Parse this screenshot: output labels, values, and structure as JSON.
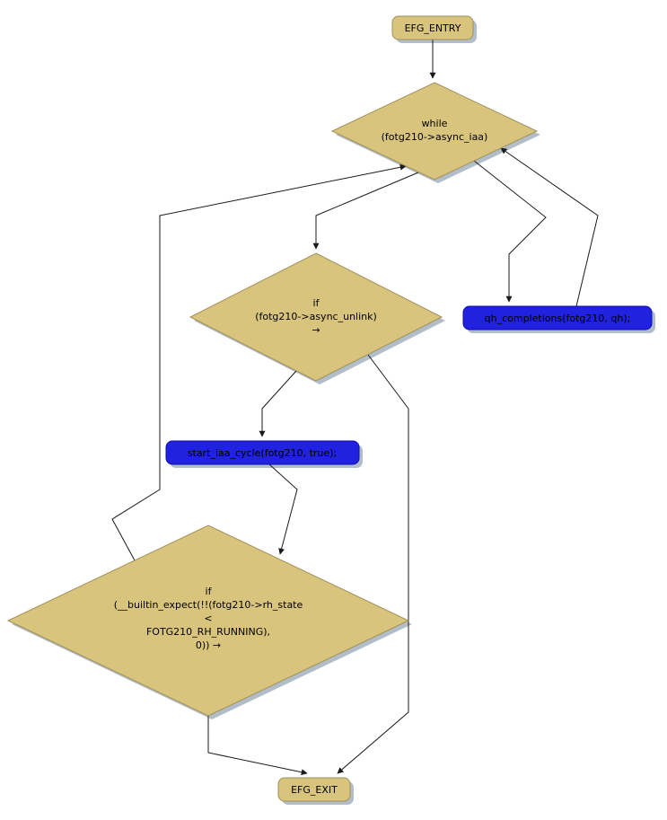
{
  "diagram": {
    "type": "control-flow-graph",
    "background": "#ffffff",
    "colors": {
      "node_fill": "#d8c47c",
      "node_border": "#a2905a",
      "action_fill": "#2121e0",
      "action_border": "#0e0ea8",
      "shadow": "#a8b6c2",
      "edge": "#1a1a1a",
      "text": "#000000"
    },
    "nodes": {
      "entry": {
        "label": "EFG_ENTRY",
        "shape": "rounded-box",
        "color_role": "node"
      },
      "while_iaa": {
        "lines": [
          "while",
          "(fotg210->async_iaa)"
        ],
        "shape": "diamond",
        "color_role": "node"
      },
      "if_unlink": {
        "lines": [
          "if",
          "(fotg210->async_unlink)",
          "→"
        ],
        "shape": "diamond",
        "color_role": "node"
      },
      "qh_completions": {
        "label": "qh_completions(fotg210, qh);",
        "shape": "rounded-box",
        "color_role": "action"
      },
      "start_iaa": {
        "label": "start_iaa_cycle(fotg210, true);",
        "shape": "rounded-box",
        "color_role": "action"
      },
      "if_expect": {
        "lines": [
          "if",
          "(__builtin_expect(!!(fotg210->rh_state",
          "<",
          "FOTG210_RH_RUNNING),",
          "0)) →"
        ],
        "shape": "diamond",
        "color_role": "node"
      },
      "exit": {
        "label": "EFG_EXIT",
        "shape": "rounded-box",
        "color_role": "node"
      }
    },
    "edges": [
      {
        "from": "entry",
        "to": "while_iaa"
      },
      {
        "from": "while_iaa",
        "to": "if_unlink"
      },
      {
        "from": "while_iaa",
        "to": "qh_completions"
      },
      {
        "from": "qh_completions",
        "to": "while_iaa"
      },
      {
        "from": "if_unlink",
        "to": "start_iaa"
      },
      {
        "from": "if_unlink",
        "to": "exit"
      },
      {
        "from": "start_iaa",
        "to": "if_expect"
      },
      {
        "from": "if_expect",
        "to": "while_iaa"
      },
      {
        "from": "if_expect",
        "to": "exit"
      }
    ]
  }
}
